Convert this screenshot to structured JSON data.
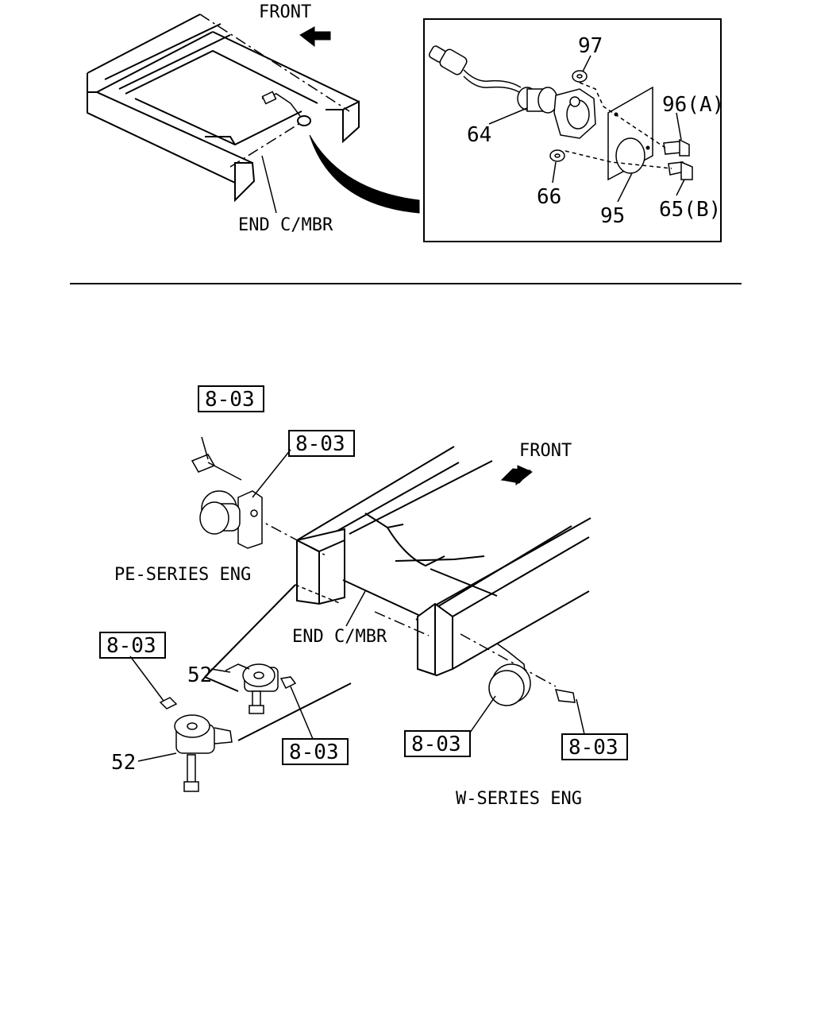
{
  "top_view": {
    "front_label": "FRONT",
    "member_label": "END C/MBR",
    "parts": {
      "p97": "97",
      "p96": "96(A)",
      "p64": "64",
      "p66": "66",
      "p95": "95",
      "p65": "65(B)"
    }
  },
  "bottom_view": {
    "front_label": "FRONT",
    "member_label": "END C/MBR",
    "pe_series_label": "PE-SERIES ENG",
    "w_series_label": "W-SERIES ENG",
    "refs": {
      "r1": "8-03",
      "r2": "8-03",
      "r3": "8-03",
      "r4": "8-03",
      "r5": "8-03",
      "r6": "8-03"
    },
    "parts": {
      "p52a": "52",
      "p52b": "52"
    }
  }
}
